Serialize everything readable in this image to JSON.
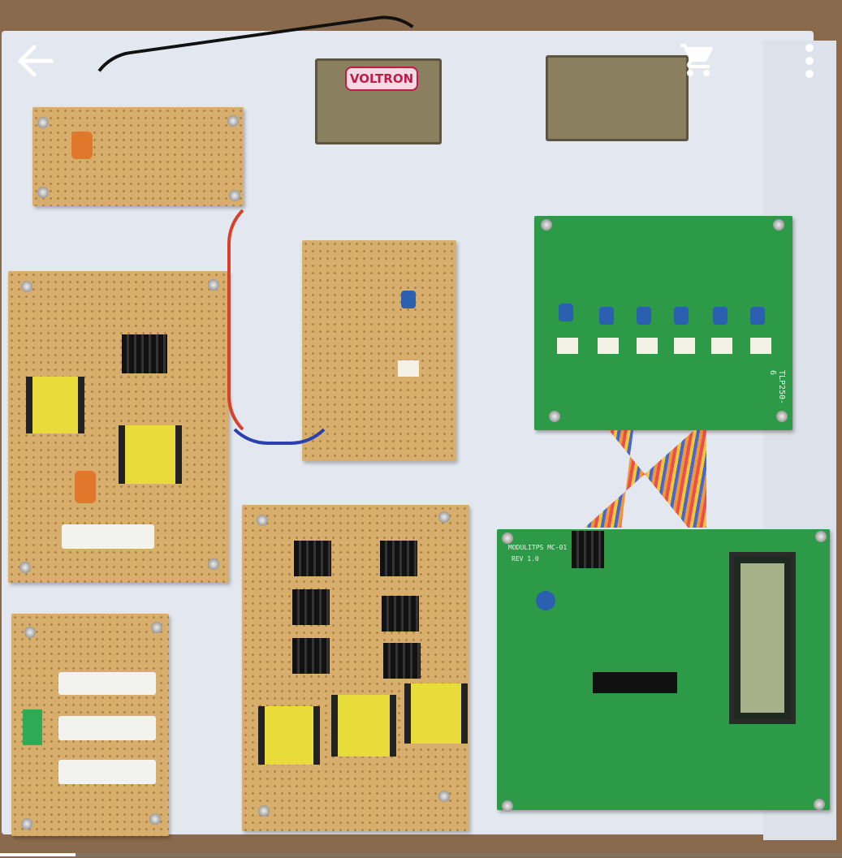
{
  "viewer": {
    "back_icon": "arrow-left-icon",
    "cart_icon": "shopping-cart-icon",
    "more_icon": "more-vertical-icon",
    "video_progress_percent": 9
  },
  "photo": {
    "transformer_label": "VOLTRON",
    "driver_board_label": "TLP250-6",
    "controller_board_line1": "MODULITPS MC-01",
    "controller_board_line2": "REV 1.0"
  }
}
